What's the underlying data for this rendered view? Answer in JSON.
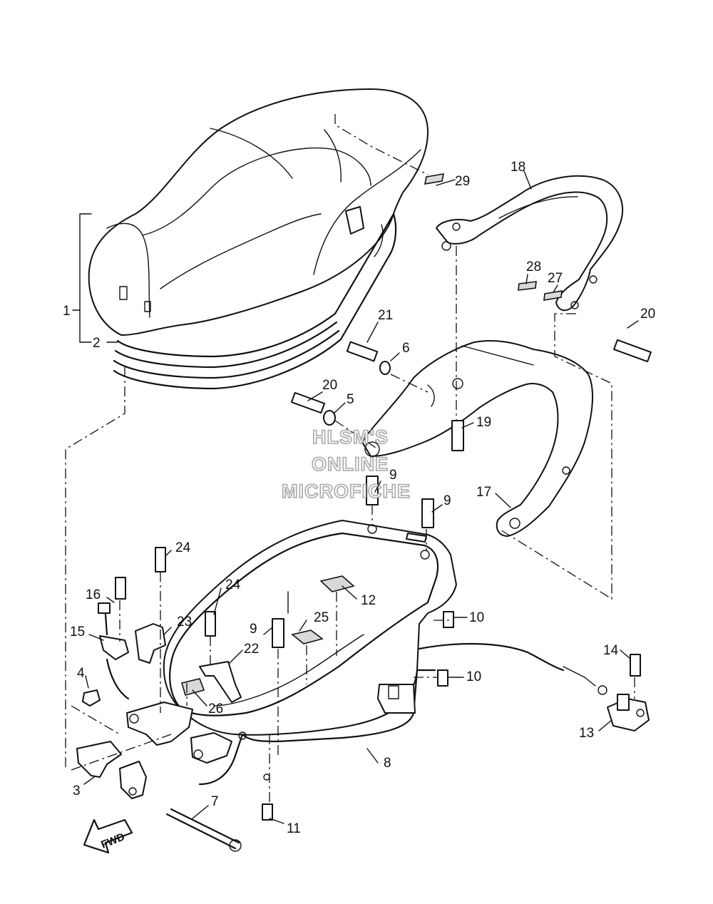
{
  "callouts": [
    {
      "id": "c1",
      "text": "1"
    },
    {
      "id": "c2",
      "text": "2"
    },
    {
      "id": "c3",
      "text": "3"
    },
    {
      "id": "c4",
      "text": "4"
    },
    {
      "id": "c5",
      "text": "5"
    },
    {
      "id": "c6",
      "text": "6"
    },
    {
      "id": "c7",
      "text": "7"
    },
    {
      "id": "c8",
      "text": "8"
    },
    {
      "id": "c9a",
      "text": "9"
    },
    {
      "id": "c9b",
      "text": "9"
    },
    {
      "id": "c9c",
      "text": "9"
    },
    {
      "id": "c10a",
      "text": "10"
    },
    {
      "id": "c10b",
      "text": "10"
    },
    {
      "id": "c11",
      "text": "11"
    },
    {
      "id": "c12",
      "text": "12"
    },
    {
      "id": "c13",
      "text": "13"
    },
    {
      "id": "c14",
      "text": "14"
    },
    {
      "id": "c15",
      "text": "15"
    },
    {
      "id": "c16",
      "text": "16"
    },
    {
      "id": "c17",
      "text": "17"
    },
    {
      "id": "c18",
      "text": "18"
    },
    {
      "id": "c19",
      "text": "19"
    },
    {
      "id": "c20a",
      "text": "20"
    },
    {
      "id": "c20b",
      "text": "20"
    },
    {
      "id": "c21",
      "text": "21"
    },
    {
      "id": "c22",
      "text": "22"
    },
    {
      "id": "c23",
      "text": "23"
    },
    {
      "id": "c24a",
      "text": "24"
    },
    {
      "id": "c24b",
      "text": "24"
    },
    {
      "id": "c25",
      "text": "25"
    },
    {
      "id": "c26",
      "text": "26"
    },
    {
      "id": "c27",
      "text": "27"
    },
    {
      "id": "c28",
      "text": "28"
    },
    {
      "id": "c29",
      "text": "29"
    }
  ],
  "watermark": {
    "line1": "HLSM'S",
    "line2": "ONLINE",
    "line3": "MICROFICHE"
  },
  "fwd_label": "FWD"
}
